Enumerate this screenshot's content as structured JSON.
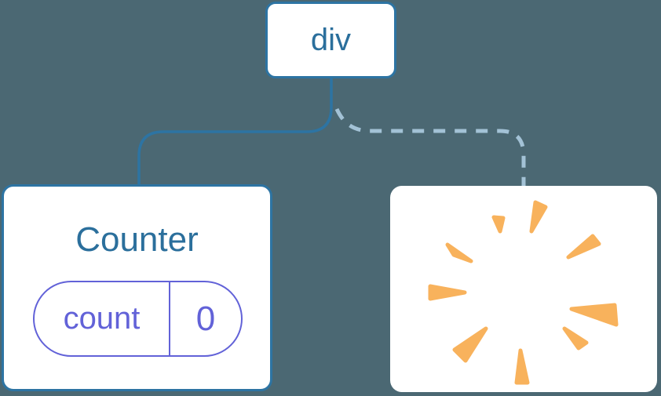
{
  "colors": {
    "background": "#4b6873",
    "node_bg": "#ffffff",
    "node_border": "#2d74a3",
    "text_blue": "#2b6f9c",
    "solid_link": "#2d74a3",
    "dashed_link": "#a3c2d6",
    "state_purple": "#6262d8",
    "poof_orange": "#f8b25c"
  },
  "tree": {
    "root": {
      "label": "div"
    },
    "children": [
      {
        "type": "component",
        "title": "Counter",
        "link": "solid",
        "state": {
          "key": "count",
          "value": "0"
        }
      },
      {
        "type": "removed",
        "link": "dashed",
        "icon": "poof-icon"
      }
    ]
  }
}
